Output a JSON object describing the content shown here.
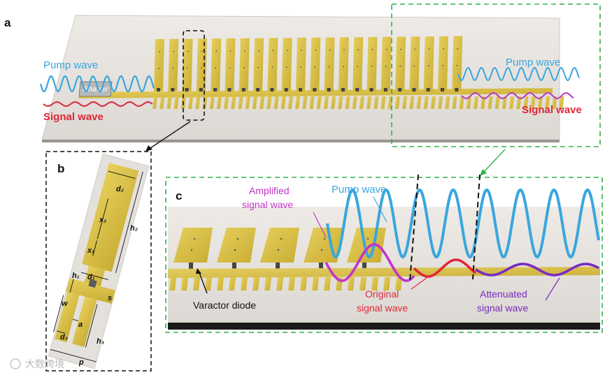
{
  "panels": {
    "a": "a",
    "b": "b",
    "c": "c"
  },
  "panel_a": {
    "pump_left": "Pump wave",
    "signal_left": "Signal wave",
    "phaser": "Phaser",
    "pump_right": "Pump wave",
    "signal_right": "Signal wave"
  },
  "panel_b": {
    "d2": "d₂",
    "x2": "x₂",
    "h2": "h₂",
    "x1": "x₁",
    "h1": "h₁",
    "d1": "d₁",
    "w": "w",
    "s": "s",
    "a": "a",
    "d3": "d₃",
    "h3": "h₃",
    "p": "p"
  },
  "panel_c": {
    "amplified_1": "Amplified",
    "amplified_2": "signal wave",
    "pump": "Pump wave",
    "original_1": "Original",
    "original_2": "signal wave",
    "attenuated_1": "Attenuated",
    "attenuated_2": "signal wave",
    "varactor": "Varactor diode"
  },
  "colors": {
    "pump": "#3aa6dd",
    "signal": "#e0283a",
    "amplified": "#c036c8",
    "attenuated": "#7a2cc0",
    "gold": "#dcc24a",
    "substrate": "#e9e6e2",
    "dash_green": "#2fb34a"
  },
  "watermark": "大数跨境"
}
